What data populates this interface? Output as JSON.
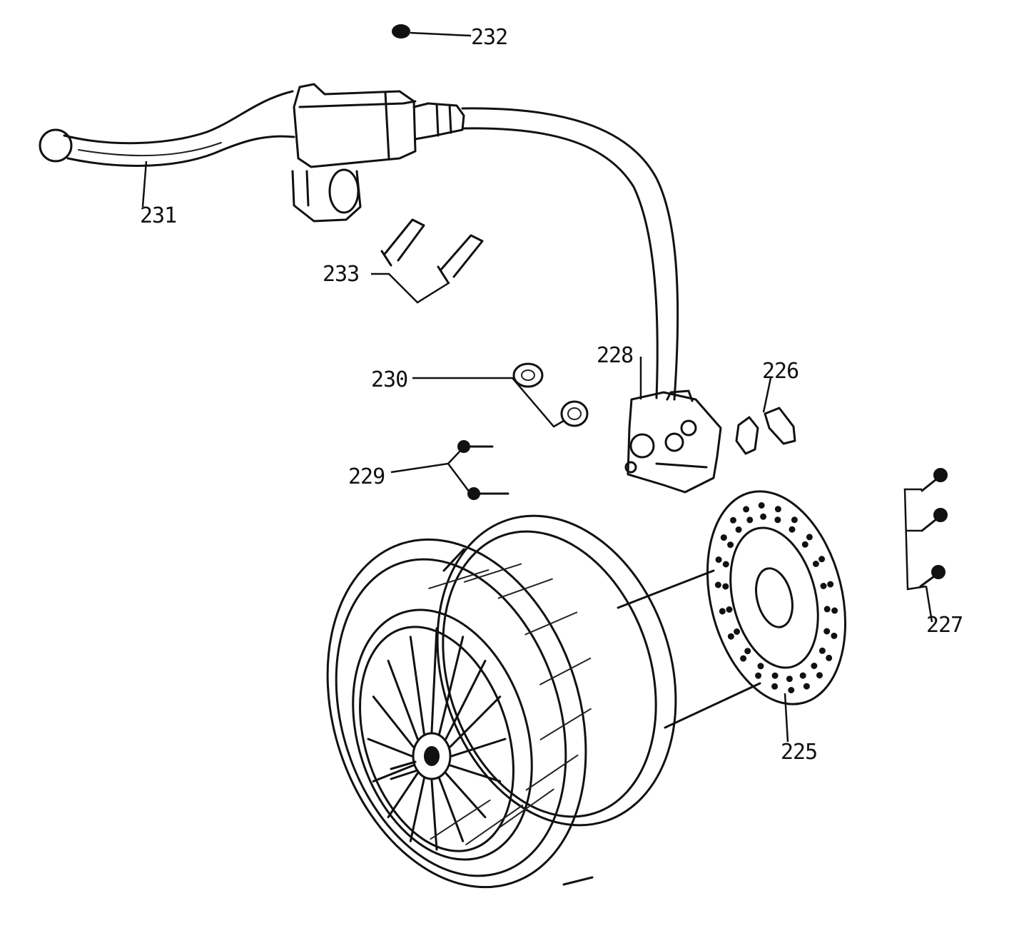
{
  "labels": {
    "p225": "225",
    "p226": "226",
    "p227": "227",
    "p228": "228",
    "p229": "229",
    "p230": "230",
    "p231": "231",
    "p232": "232",
    "p233": "233"
  },
  "colors": {
    "ink": "#111111",
    "paper": "#ffffff"
  }
}
